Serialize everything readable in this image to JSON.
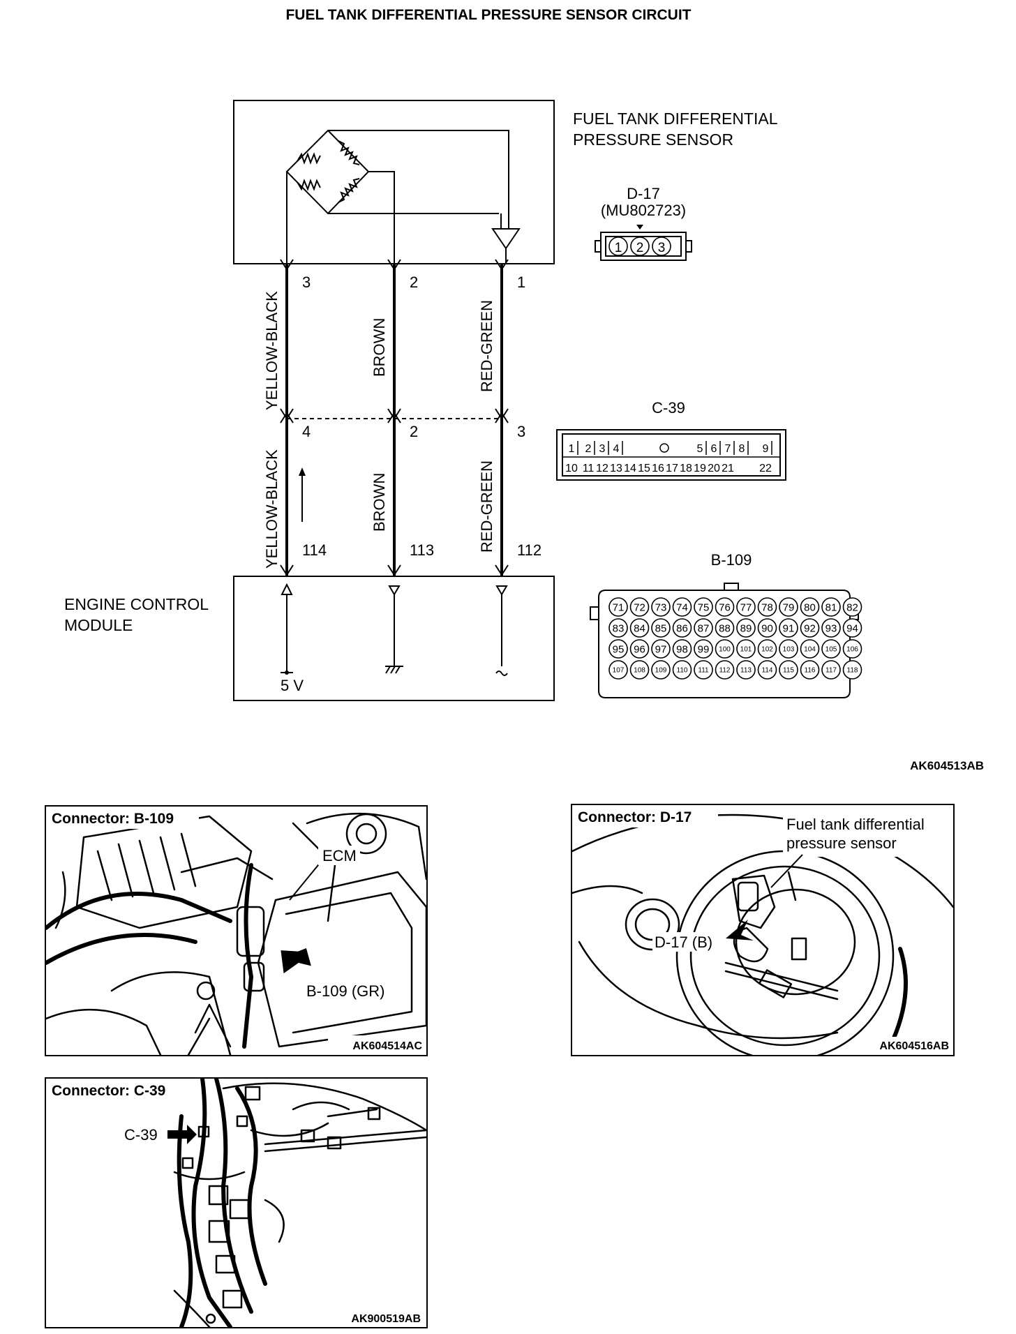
{
  "title": "FUEL TANK DIFFERENTIAL PRESSURE SENSOR CIRCUIT",
  "sensor": {
    "label_line1": "FUEL TANK DIFFERENTIAL",
    "label_line2": "PRESSURE SENSOR"
  },
  "ecm": {
    "label_line1": "ENGINE CONTROL",
    "label_line2": "MODULE",
    "voltage": "5 V"
  },
  "wires": [
    {
      "color": "YELLOW-BLACK",
      "sensor_pin": "3",
      "c39_pin": "4",
      "ecm_pin": "114"
    },
    {
      "color": "BROWN",
      "sensor_pin": "2",
      "c39_pin": "2",
      "ecm_pin": "113"
    },
    {
      "color": "RED-GREEN",
      "sensor_pin": "1",
      "c39_pin": "3",
      "ecm_pin": "112"
    }
  ],
  "connector_d17": {
    "name": "D-17",
    "part_no": "(MU802723)",
    "pins": [
      "1",
      "2",
      "3"
    ]
  },
  "connector_c39": {
    "name": "C-39",
    "row1": [
      "1",
      "2",
      "3",
      "4",
      "5",
      "6",
      "7",
      "8",
      "9"
    ],
    "row2": [
      "10",
      "11",
      "12",
      "13",
      "14",
      "15",
      "16",
      "17",
      "18",
      "19",
      "20",
      "21",
      "22"
    ]
  },
  "connector_b109": {
    "name": "B-109",
    "rows": [
      [
        "71",
        "72",
        "73",
        "74",
        "75",
        "76",
        "77",
        "78",
        "79",
        "80",
        "81",
        "82"
      ],
      [
        "83",
        "84",
        "85",
        "86",
        "87",
        "88",
        "89",
        "90",
        "91",
        "92",
        "93",
        "94"
      ],
      [
        "95",
        "96",
        "97",
        "98",
        "99",
        "100",
        "101",
        "102",
        "103",
        "104",
        "105",
        "106"
      ],
      [
        "107",
        "108",
        "109",
        "110",
        "111",
        "112",
        "113",
        "114",
        "115",
        "116",
        "117",
        "118"
      ]
    ]
  },
  "diagram_code": "AK604513AB",
  "photos": {
    "b109": {
      "title": "Connector: B-109",
      "callout_ecm": "ECM",
      "callout_connector": "B-109 (GR)",
      "code": "AK604514AC"
    },
    "d17": {
      "title": "Connector: D-17",
      "callout_line1": "Fuel tank differential",
      "callout_line2": "pressure sensor",
      "callout_connector": "D-17 (B)",
      "code": "AK604516AB"
    },
    "c39": {
      "title": "Connector: C-39",
      "callout_connector": "C-39",
      "code": "AK900519AB"
    }
  }
}
